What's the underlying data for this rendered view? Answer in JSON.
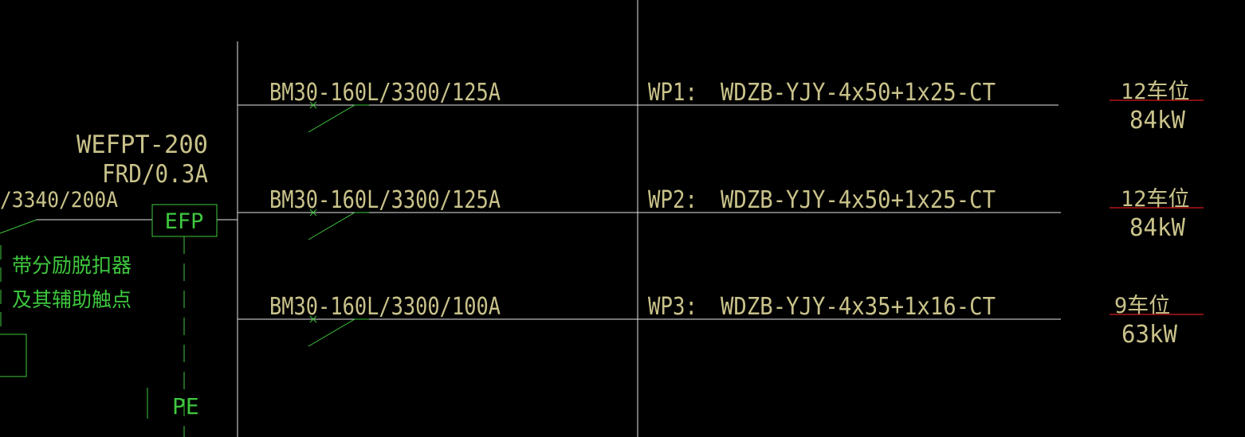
{
  "colors": {
    "background": "#000000",
    "white_line": "#e6e6e6",
    "yellow_text": "#c9c28a",
    "green": "#3ec83e",
    "red_line": "#d21919"
  },
  "feeder": {
    "breaker_spec": "/3340/200A",
    "efp_model": "WEFPT-200",
    "efp_rating": "FRD/0.3A",
    "efp_label": "EFP",
    "note_line1": "带分励脱扣器",
    "note_line2": "及其辅助触点",
    "pe_label": "PE"
  },
  "circuits": [
    {
      "breaker": "BM30-160L/3300/125A",
      "id": "WP1:",
      "cable": "WDZB-YJY-4x50+1x25-CT",
      "spaces": "12车位",
      "power": "84kW"
    },
    {
      "breaker": "BM30-160L/3300/125A",
      "id": "WP2:",
      "cable": "WDZB-YJY-4x50+1x25-CT",
      "spaces": "12车位",
      "power": "84kW"
    },
    {
      "breaker": "BM30-160L/3300/100A",
      "id": "WP3:",
      "cable": "WDZB-YJY-4x35+1x16-CT",
      "spaces": "9车位",
      "power": "63kW"
    }
  ]
}
